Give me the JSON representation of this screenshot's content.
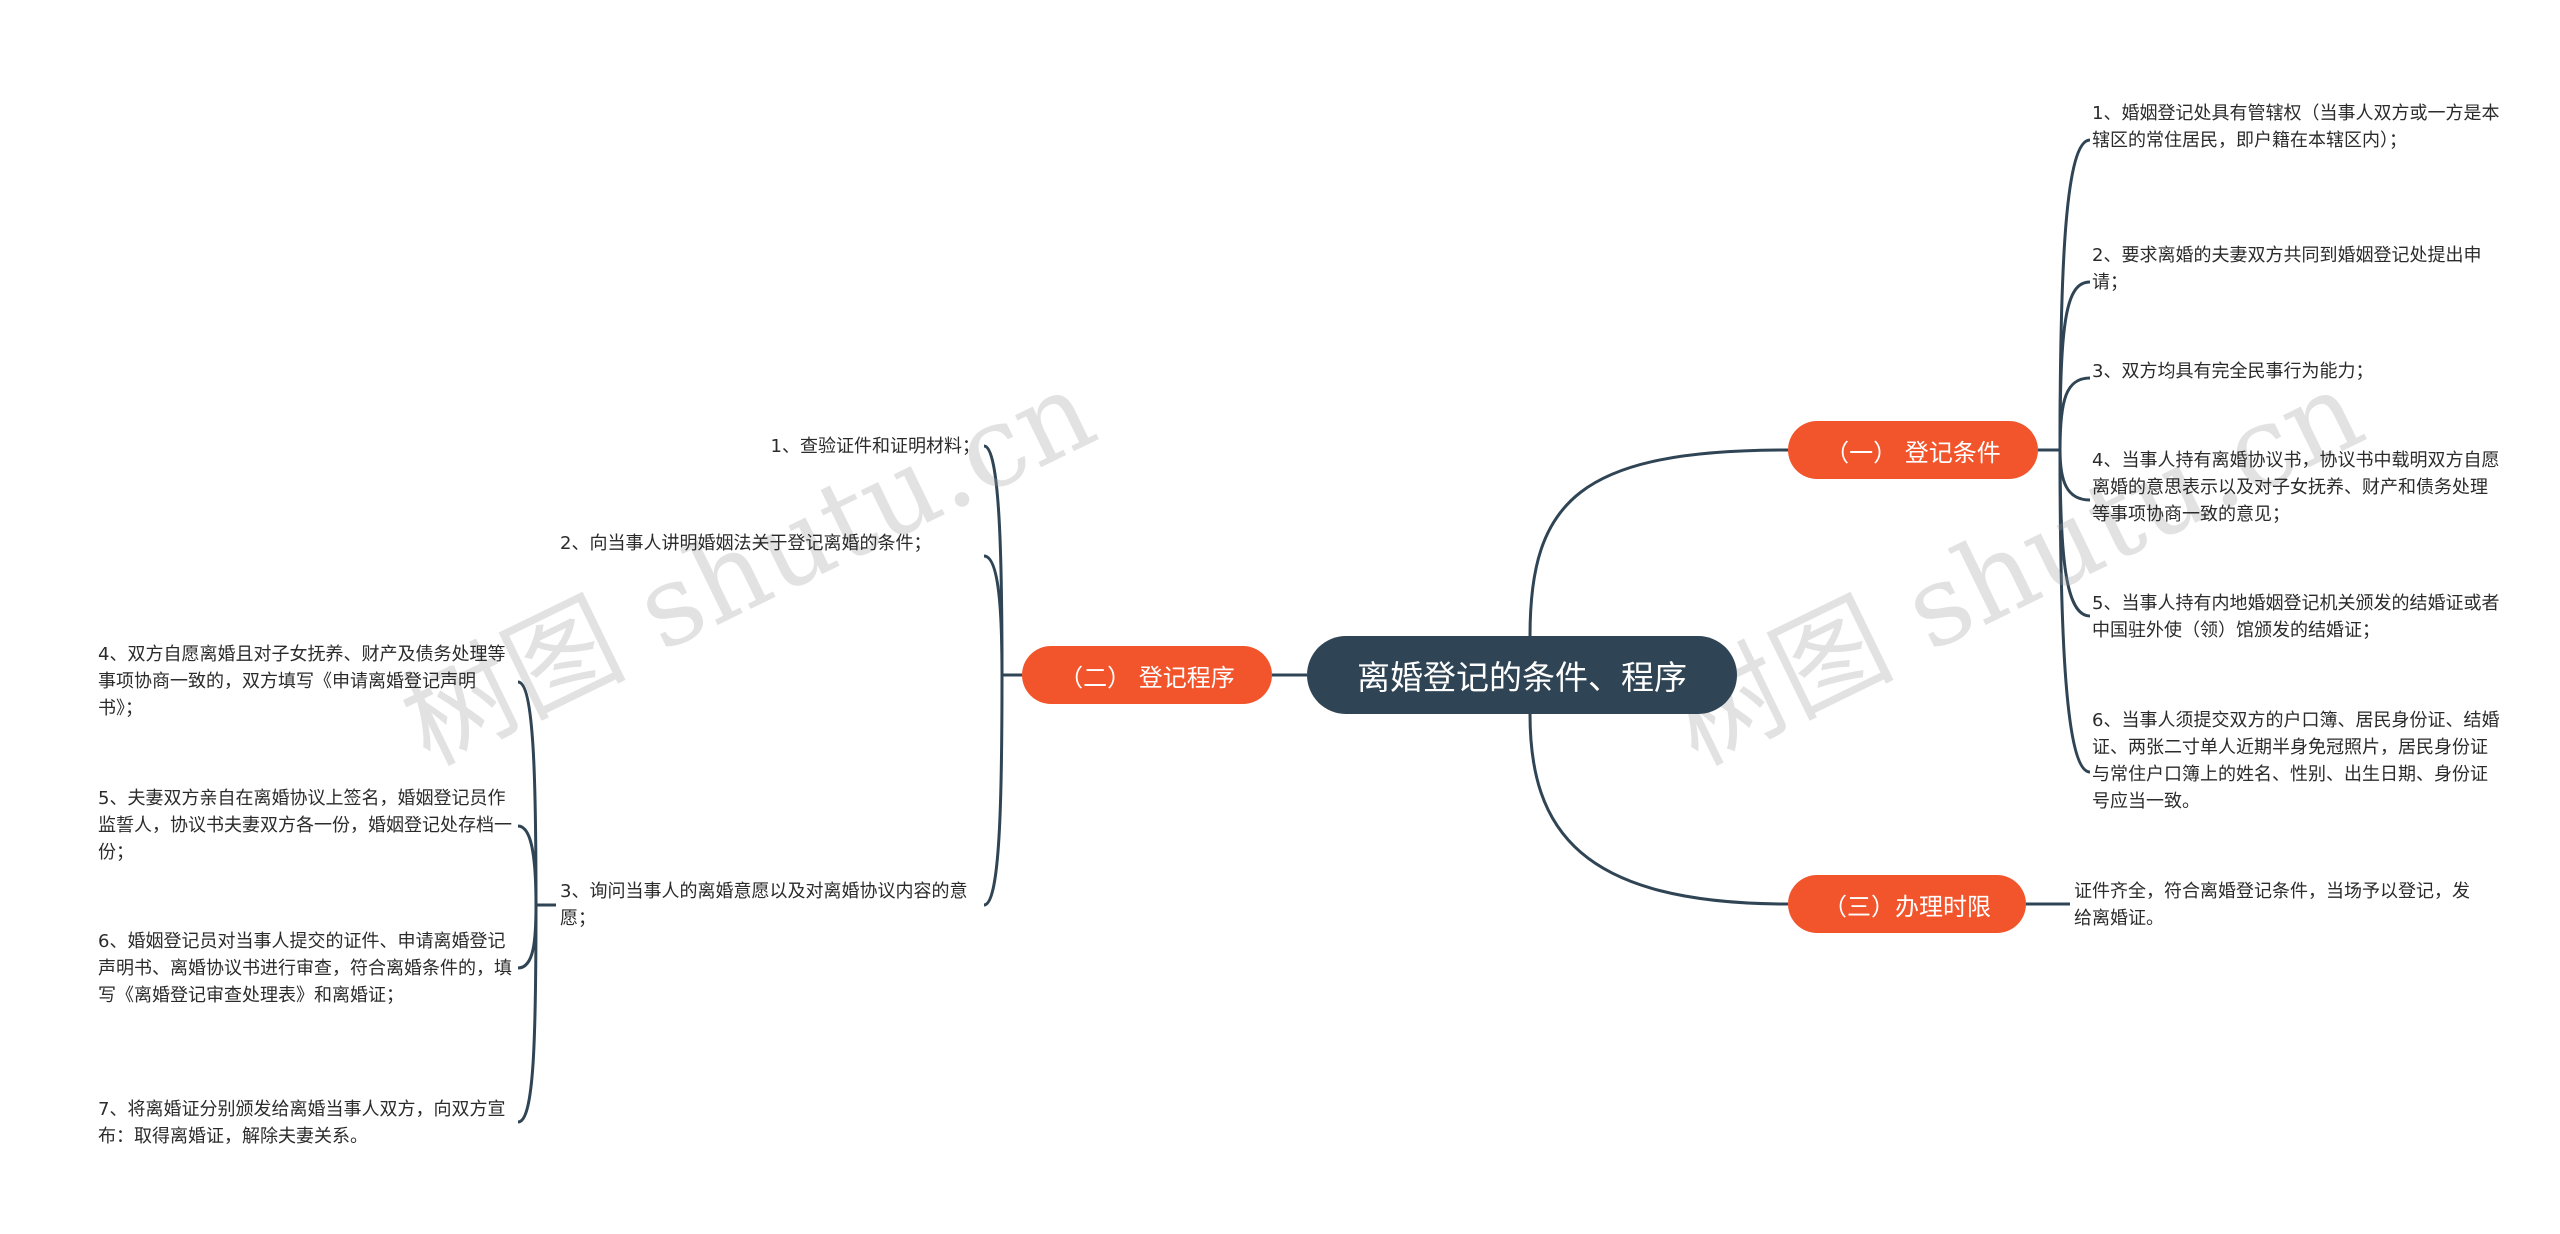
{
  "root": {
    "title": "离婚登记的条件、程序"
  },
  "branches": {
    "conditions": {
      "label": "（一） 登记条件",
      "items": [
        "1、婚姻登记处具有管辖权（当事人双方或一方是本辖区的常住居民，即户籍在本辖区内）；",
        "2、要求离婚的夫妻双方共同到婚姻登记处提出申请；",
        "3、双方均具有完全民事行为能力；",
        "4、当事人持有离婚协议书，协议书中载明双方自愿离婚的意思表示以及对子女抚养、财产和债务处理等事项协商一致的意见；",
        "5、当事人持有内地婚姻登记机关颁发的结婚证或者中国驻外使（领）馆颁发的结婚证；",
        "6、当事人须提交双方的户口簿、居民身份证、结婚证、两张二寸单人近期半身免冠照片，居民身份证与常住户口簿上的姓名、性别、出生日期、身份证号应当一致。"
      ]
    },
    "procedure": {
      "label": "（二） 登记程序",
      "items": [
        "1、查验证件和证明材料；",
        "2、向当事人讲明婚姻法关于登记离婚的条件；",
        "3、询问当事人的离婚意愿以及对离婚协议内容的意愿；"
      ],
      "sub_items": [
        "4、双方自愿离婚且对子女抚养、财产及债务处理等事项协商一致的，双方填写《申请离婚登记声明书》；",
        "5、夫妻双方亲自在离婚协议上签名，婚姻登记员作监誓人，协议书夫妻双方各一份，婚姻登记处存档一份；",
        "6、婚姻登记员对当事人提交的证件、申请离婚登记声明书、离婚协议书进行审查，符合离婚条件的，填写《离婚登记审查处理表》和离婚证；",
        "7、将离婚证分别颁发给离婚当事人双方，向双方宣布：取得离婚证，解除夫妻关系。"
      ]
    },
    "time_limit": {
      "label": "（三）办理时限",
      "items": [
        "证件齐全，符合离婚登记条件，当场予以登记，发给离婚证。"
      ]
    }
  },
  "watermark": {
    "text": "树图 shutu.cn"
  },
  "colors": {
    "root": "#2f4454",
    "branch": "#f2552c",
    "line": "#2f4454",
    "text": "#2b2b2b"
  }
}
